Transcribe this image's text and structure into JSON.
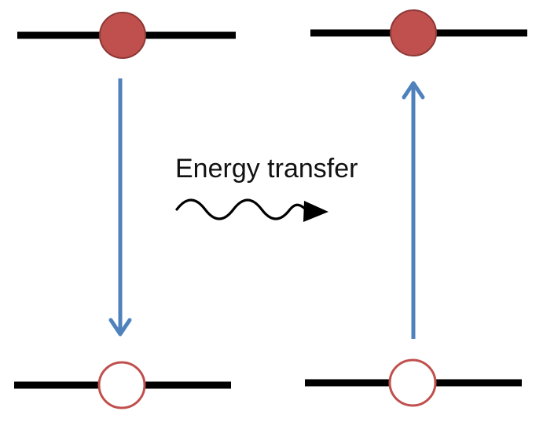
{
  "diagram": {
    "label": "Energy transfer",
    "colors": {
      "level_line": "#000000",
      "filled_state": "#c0504d",
      "filled_state_edge": "#8c3836",
      "empty_state_edge": "#c0504d",
      "transition_arrow": "#4f81bd",
      "transfer_arrow": "#000000"
    },
    "donor": {
      "upper_level": "filled",
      "lower_level": "empty",
      "transition": "downward"
    },
    "acceptor": {
      "upper_level": "filled",
      "lower_level": "empty",
      "transition": "upward"
    }
  }
}
